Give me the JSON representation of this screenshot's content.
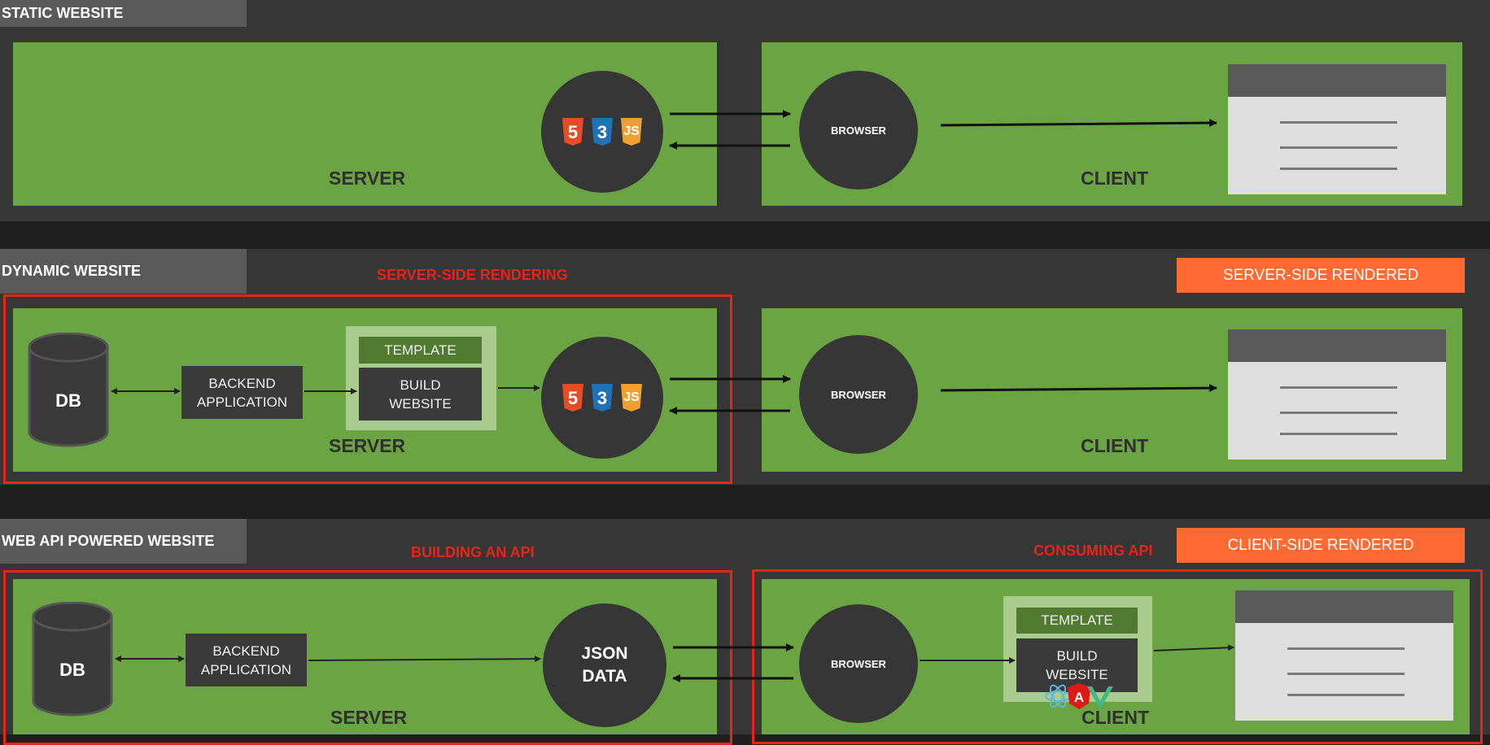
{
  "sections": {
    "static": {
      "title": "STATIC WEBSITE",
      "server": "SERVER",
      "client": "CLIENT",
      "browser": "BROWSER"
    },
    "dynamic": {
      "title": "DYNAMIC WEBSITE",
      "annotation": "SERVER-SIDE RENDERING",
      "badge": "SERVER-SIDE RENDERED",
      "db": "DB",
      "backend": "BACKEND APPLICATION",
      "template": "TEMPLATE",
      "build": "BUILD WEBSITE",
      "server": "SERVER",
      "client": "CLIENT",
      "browser": "BROWSER"
    },
    "api": {
      "title": "WEB API POWERED WEBSITE",
      "annotation_left": "BUILDING AN API",
      "annotation_right": "CONSUMING API",
      "badge": "CLIENT-SIDE RENDERED",
      "db": "DB",
      "backend": "BACKEND APPLICATION",
      "json": "JSON DATA",
      "template": "TEMPLATE",
      "build": "BUILD WEBSITE",
      "server": "SERVER",
      "client": "CLIENT",
      "browser": "BROWSER"
    }
  },
  "tech_icons": {
    "labels": [
      "5",
      "3",
      "JS"
    ],
    "colors": [
      "#e44d26",
      "#1f72b8",
      "#f0a030"
    ],
    "names": [
      "html5-icon",
      "css3-icon",
      "javascript-icon"
    ]
  },
  "framework_icons": [
    "react-icon",
    "angular-icon",
    "vue-icon"
  ],
  "colors": {
    "panel": "#6aa443",
    "dark": "#363636",
    "red": "#e8231a",
    "orange": "#ff6a33"
  }
}
